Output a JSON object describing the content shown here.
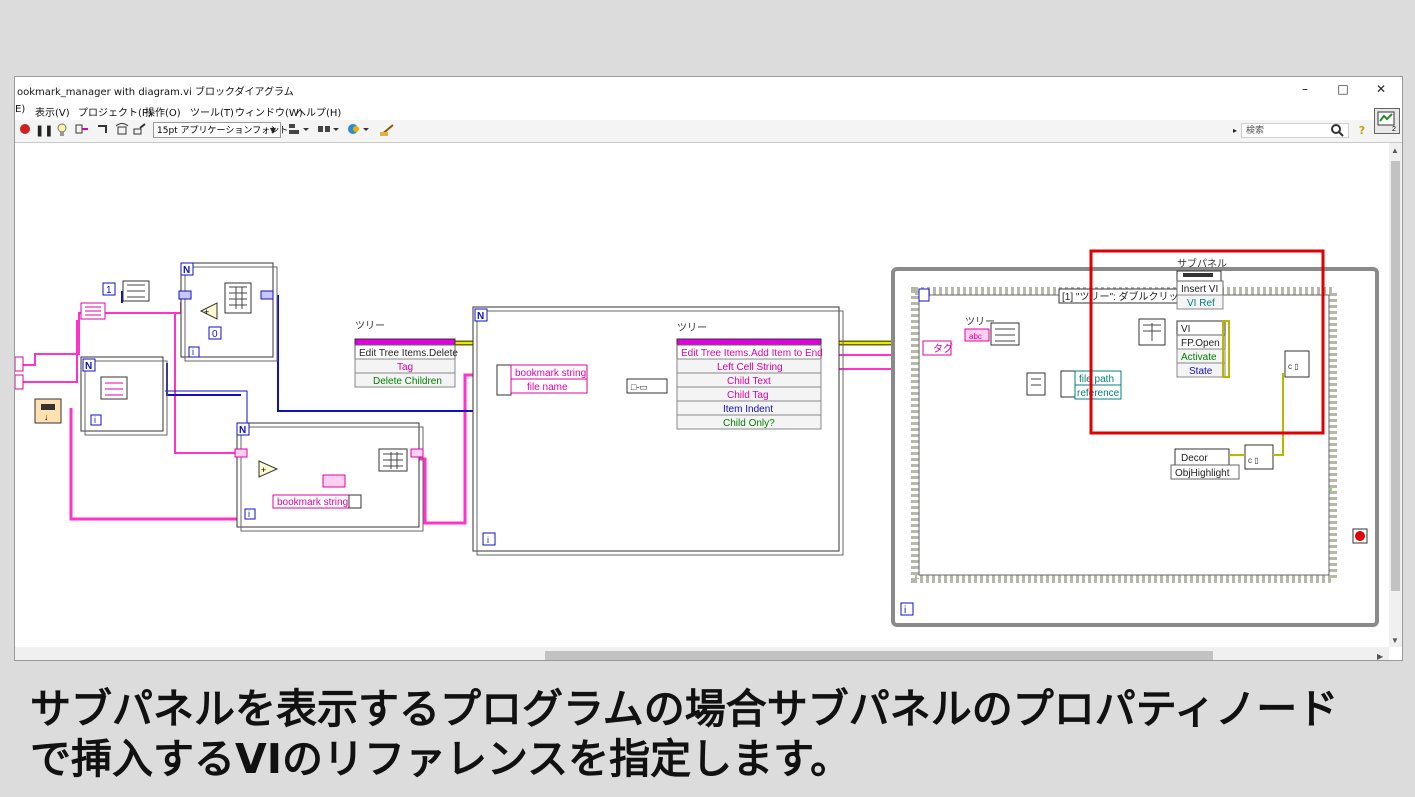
{
  "window": {
    "title": "ookmark_manager with diagram.vi ブロックダイアグラム",
    "minimize": "–",
    "maximize": "□",
    "close": "✕"
  },
  "menu": {
    "items": [
      "E)",
      "表示(V)",
      "プロジェクト(P)",
      "操作(O)",
      "ツール(T)",
      "ウィンドウ(W)",
      "ヘルプ(H)"
    ]
  },
  "toolbar": {
    "font_select": "15pt アプリケーションフォント",
    "search_placeholder": "検索",
    "help": "?"
  },
  "diagram": {
    "tree_label_1": "ツリー",
    "invoke_delete": "Edit Tree Items.Delete",
    "delete_tag": "Tag",
    "delete_children": "Delete Children",
    "bookmark_string": "bookmark string",
    "file_name": "file name",
    "tree_label_2": "ツリー",
    "invoke_add": "Edit Tree Items.Add Item to End",
    "add_left_cell": "Left Cell String",
    "add_child_text": "Child Text",
    "add_child_tag": "Child Tag",
    "add_item_indent": "Item Indent",
    "add_child_only": "Child Only?",
    "loop_n": "N",
    "loop_i": "i",
    "const_1": "1",
    "const_0": "0",
    "bookmark_string_2": "bookmark string",
    "event_selector": "[1] \"ツリー\": ダブルクリック",
    "tree_label_3": "ツリー",
    "tree_abc": "abc",
    "tag_label": "タグ",
    "file_path": "file path",
    "reference": "reference",
    "subpanel_label": "サブパネル",
    "insert_vi": "Insert VI",
    "vi_ref": "VI Ref",
    "vi": "VI",
    "fp_open": "FP.Open",
    "activate": "Activate",
    "state": "State",
    "decor": "Decor",
    "obj_highlight": "ObjHighlight"
  },
  "caption": {
    "line1": "サブパネルを表示するプログラムの場合サブパネルのプロパティノード",
    "line2": "で挿入するVIのリファレンスを指定します。"
  },
  "colors": {
    "string_wire": "#ff33cc",
    "ref_wire": "#008080",
    "int_wire": "#1010c0",
    "error_wire": "#b8b800",
    "highlight": "#e00000"
  }
}
